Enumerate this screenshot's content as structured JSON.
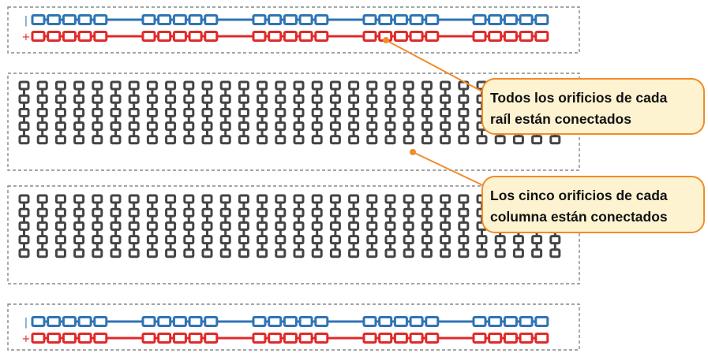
{
  "colors": {
    "negative_rail": "#2f74b5",
    "positive_rail": "#e02a2a",
    "holes": "#444444",
    "section_border": "#888888",
    "callout_fill": "#fdf3d1",
    "callout_border": "#f08c2a",
    "leader_line": "#f08c2a"
  },
  "rails": {
    "negative_sign": "|",
    "positive_sign": "+"
  },
  "callouts": [
    {
      "line1": "Todos los orificios de cada",
      "line2": "raíl están conectados"
    },
    {
      "line1": "Los cinco orificios de cada",
      "line2": "columna están conectados"
    }
  ]
}
